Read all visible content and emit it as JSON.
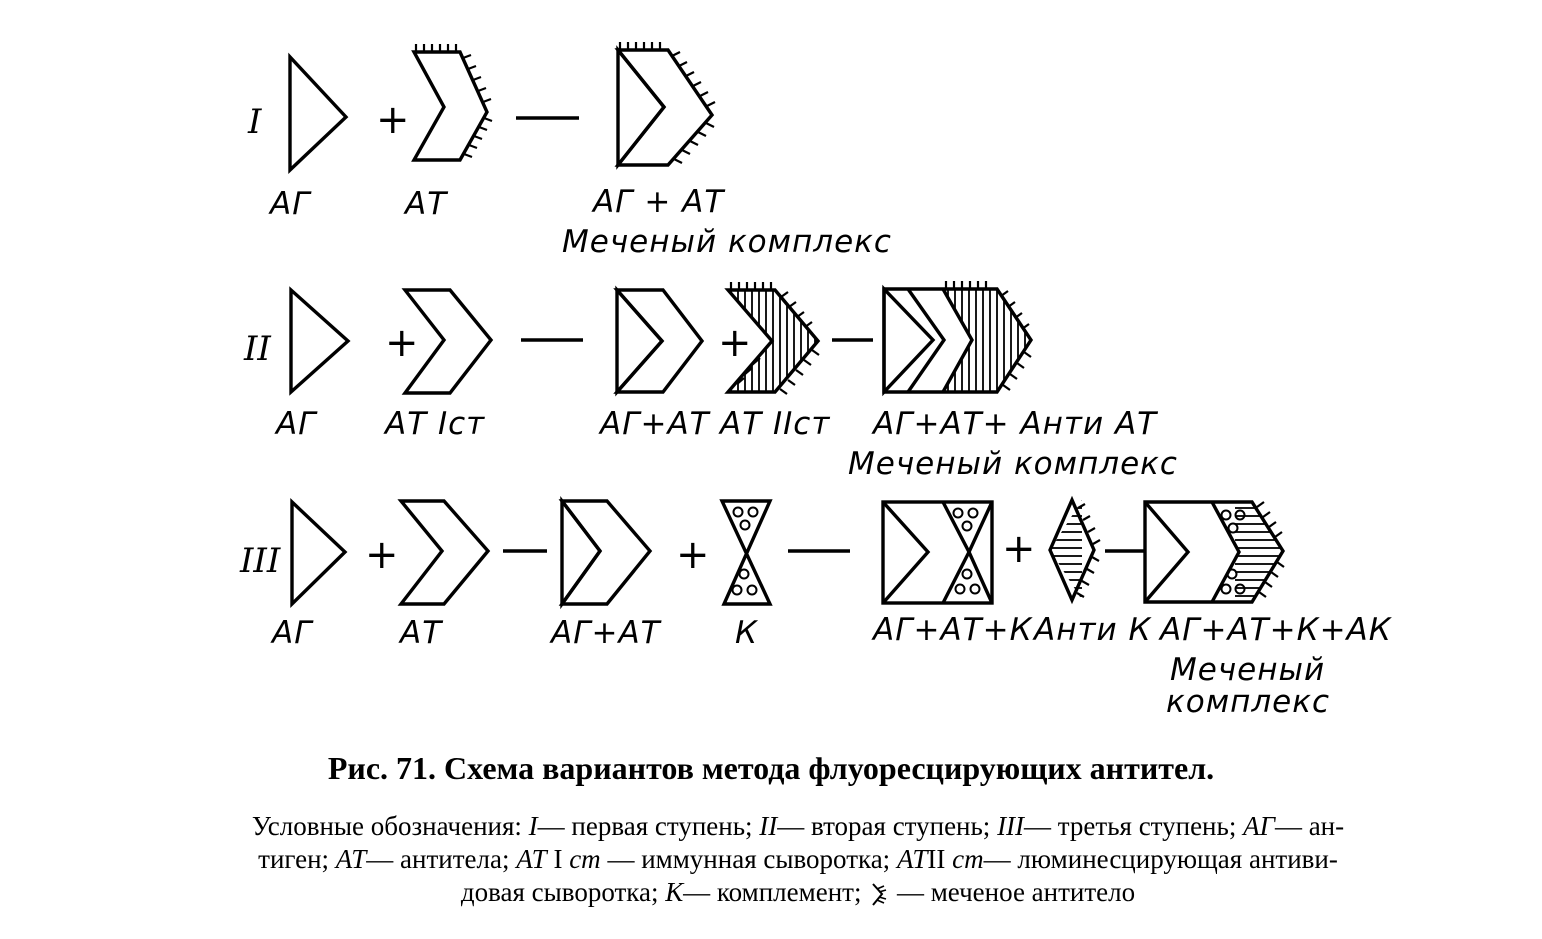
{
  "rows": {
    "r1": {
      "numeral": "I",
      "labels": [
        "АГ",
        "АТ",
        "АГ + АТ"
      ],
      "note": "Меченый комплекс"
    },
    "r2": {
      "numeral": "II",
      "labels": [
        "АГ",
        "АТ Iст",
        "АГ+АТ",
        "АТ IIст",
        "АГ+АТ+ Анти АТ"
      ],
      "note": "Меченый комплекс"
    },
    "r3": {
      "numeral": "III",
      "labels": [
        "АГ",
        "АТ",
        "АГ+АТ",
        "К",
        "АГ+АТ+К",
        "Анти К",
        "АГ+АТ+К+АК"
      ],
      "note_line1": "Меченый",
      "note_line2": "комплекс"
    }
  },
  "operators": {
    "plus": "+"
  },
  "caption": {
    "title": "Рис. 71. Схема вариантов метода флуоресцирующих антител.",
    "legend_intro": "Условные обозначения:",
    "i_sym": "I",
    "i_text": "— первая ступень;",
    "ii_sym": "II",
    "ii_text": "— вторая ступень;",
    "iii_sym": "III",
    "iii_text": "— третья ступень;",
    "ag_sym": "АГ",
    "ag_text_1": "— ан-",
    "ag_text_2": "тиген;",
    "at_sym": "АТ",
    "at_text": "— антитела;",
    "at1_sym": "АТ",
    "at1_roman": "I",
    "at1_st": "ст",
    "at1_text": "— иммунная сыворотка;",
    "at2_sym": "АТ",
    "at2_roman": "II",
    "at2_st": "ст",
    "at2_text_1": "— люминесцирующая антиви-",
    "at2_text_2": "довая сыворотка;",
    "k_sym": "К",
    "k_text": "— комплемент;",
    "marked_text": "— меченое антитело"
  }
}
